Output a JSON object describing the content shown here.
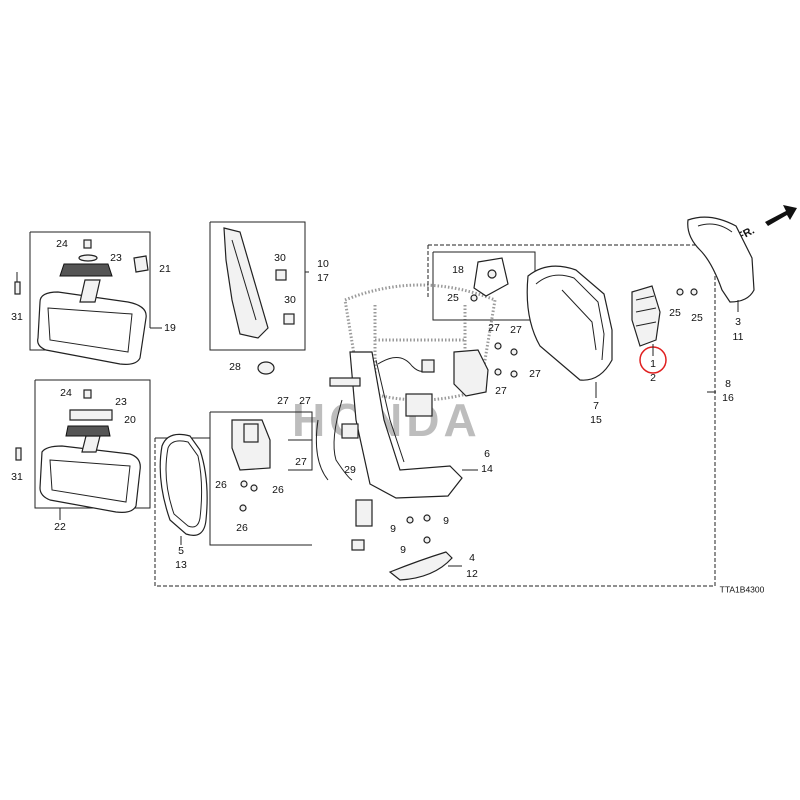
{
  "diagram_code": "TTA1B4300",
  "direction_label": "FR.",
  "watermark": "HONDA",
  "highlight_color": "#e02020",
  "callouts": {
    "c1": "1",
    "c2": "2",
    "c3": "3",
    "c11": "11",
    "c4": "4",
    "c12": "12",
    "c5": "5",
    "c13": "13",
    "c6": "6",
    "c14": "14",
    "c7": "7",
    "c15": "15",
    "c8": "8",
    "c16": "16",
    "c9a": "9",
    "c9b": "9",
    "c9c": "9",
    "c10": "10",
    "c17": "17",
    "c18": "18",
    "c19": "19",
    "c20": "20",
    "c21": "21",
    "c22": "22",
    "c23a": "23",
    "c23b": "23",
    "c24a": "24",
    "c24b": "24",
    "c25a": "25",
    "c25b": "25",
    "c25c": "25",
    "c26a": "26",
    "c26b": "26",
    "c26c": "26",
    "c27a": "27",
    "c27b": "27",
    "c27c": "27",
    "c27d": "27",
    "c27e": "27",
    "c27f": "27",
    "c27g": "27",
    "c28": "28",
    "c29": "29",
    "c30a": "30",
    "c30b": "30",
    "c31a": "31",
    "c31b": "31"
  }
}
